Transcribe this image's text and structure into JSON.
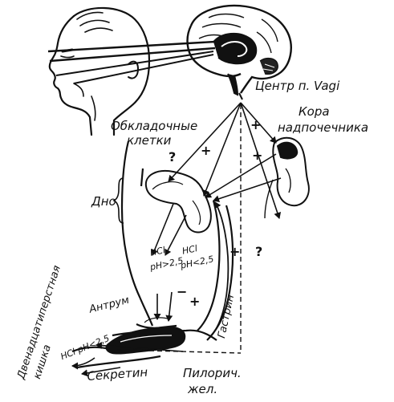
{
  "labels": {
    "vagus_center": "Центр п. Vagi",
    "adrenal_cortex_line1": "Кора",
    "adrenal_cortex_line2": "надпочечника",
    "parietal_cells_line1": "Обкладочные",
    "parietal_cells_line2": "клетки",
    "fundus": "Дно",
    "antrum": "Антрум",
    "duodenum_line1": "Двенадцатиперстная",
    "duodenum_line2": "кишка",
    "secretin": "Секретин",
    "pyloric_line1": "Пилорич.",
    "pyloric_line2": "жел.",
    "gastrin": "Гастрин",
    "hcl_high_line1": "HCl",
    "hcl_high_line2": "pH>2,5",
    "hcl_low_line1": "HCl",
    "hcl_low_line2": "pH<2,5",
    "duodenal_hcl": "HCl pH<2,5"
  },
  "signs": {
    "plus": "+",
    "minus": "−",
    "question": "?"
  }
}
